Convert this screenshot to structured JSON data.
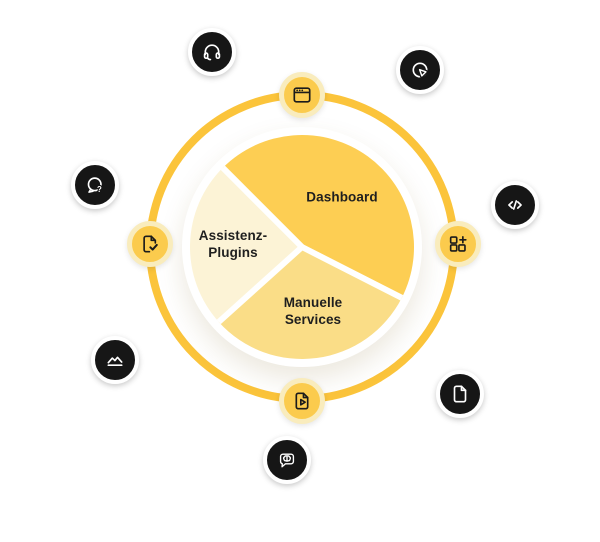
{
  "background": "#FFFFFF",
  "accent_colors": {
    "ring": "#FBC43B",
    "node_yellow": "#FBCB4D",
    "node_yellow_border": "#F9ECBD",
    "node_dark": "#161616",
    "text": "#1F1F1F"
  },
  "pie_labels": {
    "dashboard": {
      "lines": [
        "Dashboard"
      ]
    },
    "assistenz": {
      "lines": [
        "Assistenz-",
        "Plugins"
      ]
    },
    "manuelle": {
      "lines": [
        "Manuelle",
        "Services"
      ]
    }
  },
  "chart_data": {
    "type": "pie",
    "title": "",
    "categories": [
      "Dashboard",
      "Manuelle Services",
      "Assistenz-Plugins"
    ],
    "values": [
      45,
      31,
      24
    ],
    "values_unit": "percent, estimated from arc angles",
    "slices": [
      {
        "label": "Dashboard",
        "start_deg": 315,
        "end_deg": 477,
        "color": "#FDCE53"
      },
      {
        "label": "Manuelle Services",
        "start_deg": 117,
        "end_deg": 228,
        "color": "#FADD87"
      },
      {
        "label": "Assistenz-Plugins",
        "start_deg": 228,
        "end_deg": 315,
        "color": "#FCF3D6"
      }
    ],
    "gap_color": "#FFFFFF",
    "legend_position": "none",
    "labels_on_slices": true
  },
  "ring_nodes": [
    {
      "icon": "browser-window-icon",
      "position": "top"
    },
    {
      "icon": "document-check-icon",
      "position": "left"
    },
    {
      "icon": "add-widget-icon",
      "position": "right"
    },
    {
      "icon": "video-document-icon",
      "position": "bottom"
    }
  ],
  "orbit_nodes": [
    {
      "icon": "headset-icon",
      "position": "top-left"
    },
    {
      "icon": "click-target-icon",
      "position": "top-right"
    },
    {
      "icon": "code-icon",
      "position": "right"
    },
    {
      "icon": "chat-question-icon",
      "position": "left"
    },
    {
      "icon": "trend-chart-icon",
      "position": "bottom-left"
    },
    {
      "icon": "file-icon",
      "position": "bottom-right"
    },
    {
      "icon": "brain-chat-icon",
      "position": "bottom-center"
    }
  ]
}
